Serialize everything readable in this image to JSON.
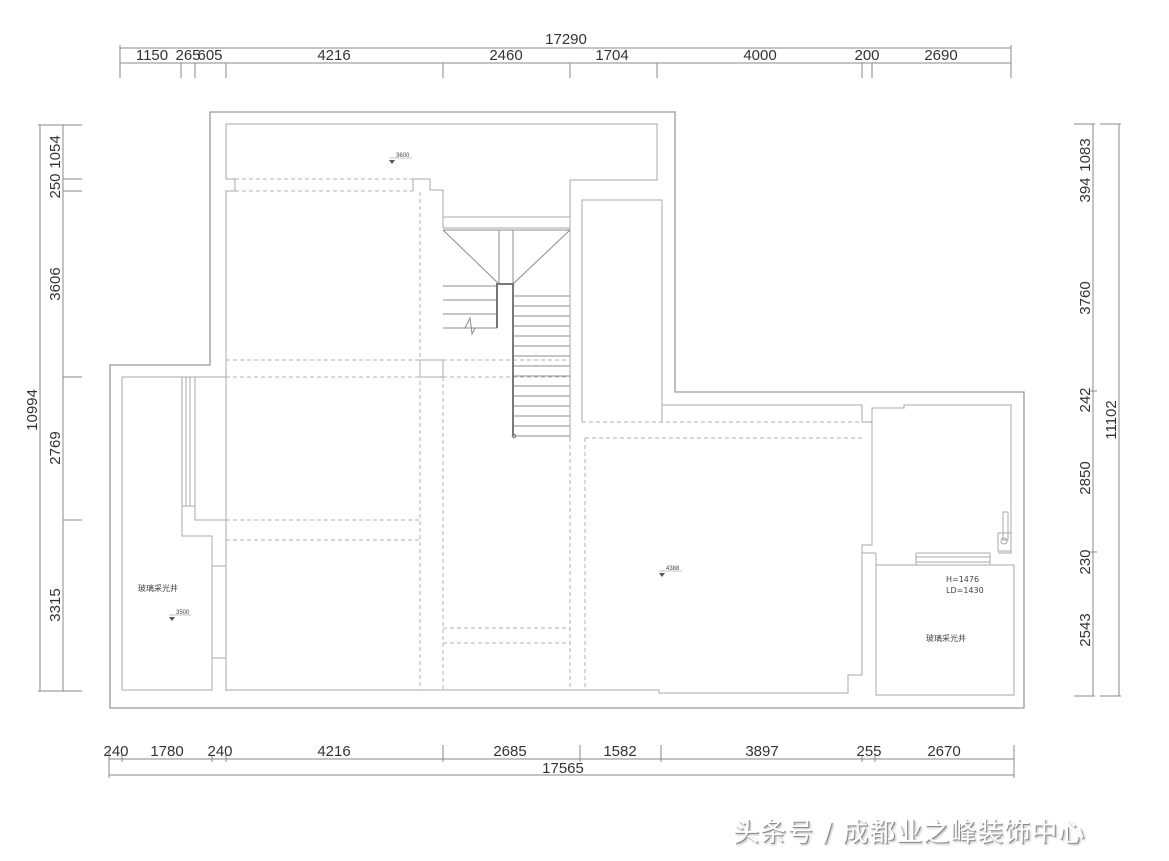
{
  "drawing": {
    "type": "floor-plan",
    "top_dimensions": {
      "total": "17290",
      "segments": [
        "1150",
        "265",
        "605",
        "4216",
        "2460",
        "1704",
        "4000",
        "200",
        "2690"
      ]
    },
    "bottom_dimensions": {
      "total": "17565",
      "segments": [
        "240",
        "1780",
        "240",
        "4216",
        "2685",
        "1582",
        "3897",
        "255",
        "2670"
      ]
    },
    "left_dimensions": {
      "total": "10994",
      "segments": [
        "1054",
        "250",
        "3606",
        "2769",
        "3315"
      ]
    },
    "right_dimensions": {
      "total": "11102",
      "segments": [
        "1083",
        "394",
        "3760",
        "242",
        "2850",
        "230",
        "2543"
      ]
    },
    "rooms": {
      "left_lightwell": {
        "label": "玻璃采光井",
        "elevation": "3500"
      },
      "right_lightwell": {
        "label": "玻璃采光井",
        "window_h": "H=1476",
        "window_ld": "LD=1430"
      },
      "top_room": {
        "elevation": "3600"
      },
      "main_right": {
        "elevation": "4388"
      }
    }
  },
  "watermark": "头条号 / 成都业之峰装饰中心"
}
